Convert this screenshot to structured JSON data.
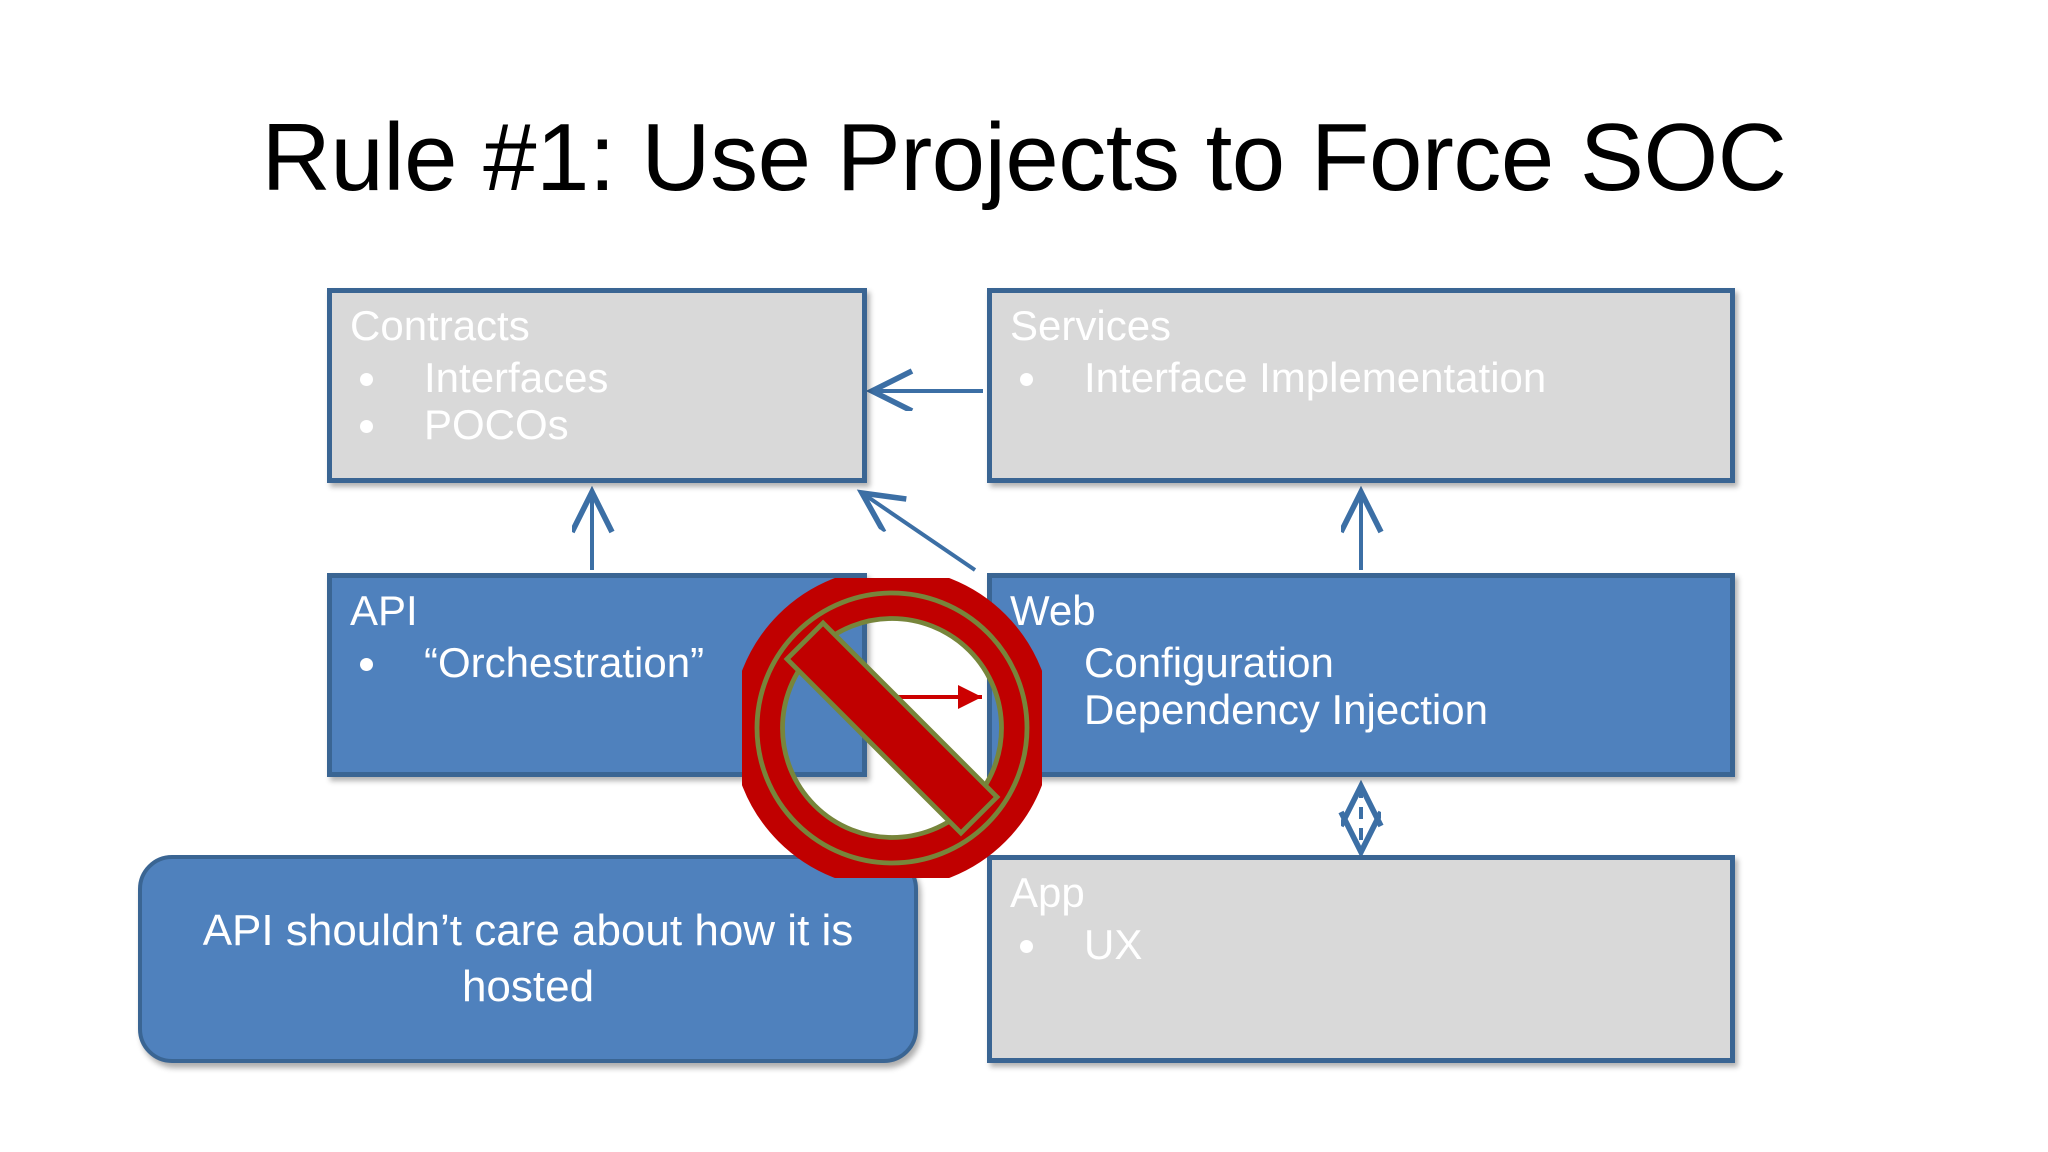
{
  "slide": {
    "title": "Rule #1: Use Projects to Force SOC",
    "background_color": "#FFFFFF"
  },
  "colors": {
    "box_border": "#3A6593",
    "box_gray_fill": "#D9D9D9",
    "box_blue_fill": "#4F81BD",
    "text_on_box": "#FFFFFF",
    "arrow_blue": "#3C6FA5",
    "arrow_red": "#CC0000",
    "prohibition_red": "#C00000",
    "prohibition_outline": "#77853B",
    "title_text": "#000000"
  },
  "diagram": {
    "type": "layered-architecture",
    "nodes": [
      {
        "id": "contracts",
        "title": "Contracts",
        "fill": "gray",
        "items": [
          "Interfaces",
          "POCOs"
        ]
      },
      {
        "id": "services",
        "title": "Services",
        "fill": "gray",
        "items": [
          "Interface Implementation"
        ]
      },
      {
        "id": "api",
        "title": "API",
        "fill": "blue",
        "items": [
          "“Orchestration”"
        ]
      },
      {
        "id": "web",
        "title": "Web",
        "fill": "blue",
        "items": [
          "Configuration",
          "Dependency Injection"
        ]
      },
      {
        "id": "app",
        "title": "App",
        "fill": "gray",
        "items": [
          "UX"
        ]
      }
    ],
    "edges": [
      {
        "from": "services",
        "to": "contracts",
        "style": "solid",
        "heads": "single",
        "color": "#3C6FA5"
      },
      {
        "from": "api",
        "to": "contracts",
        "style": "solid",
        "heads": "single",
        "color": "#3C6FA5"
      },
      {
        "from": "web",
        "to": "contracts",
        "style": "solid",
        "heads": "single",
        "color": "#3C6FA5"
      },
      {
        "from": "web",
        "to": "services",
        "style": "solid",
        "heads": "single",
        "color": "#3C6FA5"
      },
      {
        "from": "web",
        "to": "app",
        "style": "dashed",
        "heads": "double",
        "color": "#3C6FA5"
      },
      {
        "from": "api",
        "to": "web",
        "style": "solid",
        "heads": "single",
        "color": "#CC0000",
        "forbidden": true
      }
    ]
  },
  "callout": {
    "id": "api-hosting-callout",
    "text": "API shouldn’t care about how it is hosted",
    "shape": "rounded-rectangle",
    "fill": "#4F81BD"
  },
  "overlay": {
    "prohibition_sign": {
      "name": "no-entry-sign",
      "meaning": "API must not depend on Web"
    }
  }
}
